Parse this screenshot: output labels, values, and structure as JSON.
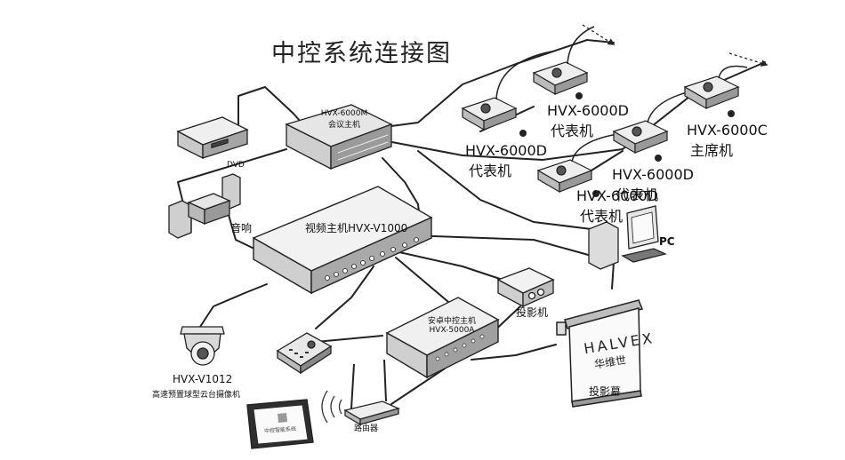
{
  "title": "中控系统连接图",
  "devices": {
    "conference_host": {
      "model": "HVX-6000M",
      "name": "会议主机"
    },
    "dvd": "DVD",
    "audio": "音响",
    "video_host": "视频主机HVX-V1000",
    "central_host": {
      "name": "安卓中控主机",
      "model": "HVX-5000A"
    },
    "projector": "投影机",
    "screen": "投影幕",
    "screen_brand": "HALVEX",
    "screen_brand_cn": "华维世",
    "camera_model": "HVX-V1012",
    "camera_name": "高速预置球型云台摄像机",
    "router": "路由器",
    "pc": "PC",
    "tablet_text": "中控智能系统",
    "units": [
      {
        "model": "HVX-6000D",
        "role": "代表机"
      },
      {
        "model": "HVX-6000D",
        "role": "代表机"
      },
      {
        "model": "HVX-6000D",
        "role": "代表机"
      },
      {
        "model": "HVX-6000D",
        "role": "代表机"
      },
      {
        "model": "HVX-6000C",
        "role": "主席机"
      }
    ]
  }
}
